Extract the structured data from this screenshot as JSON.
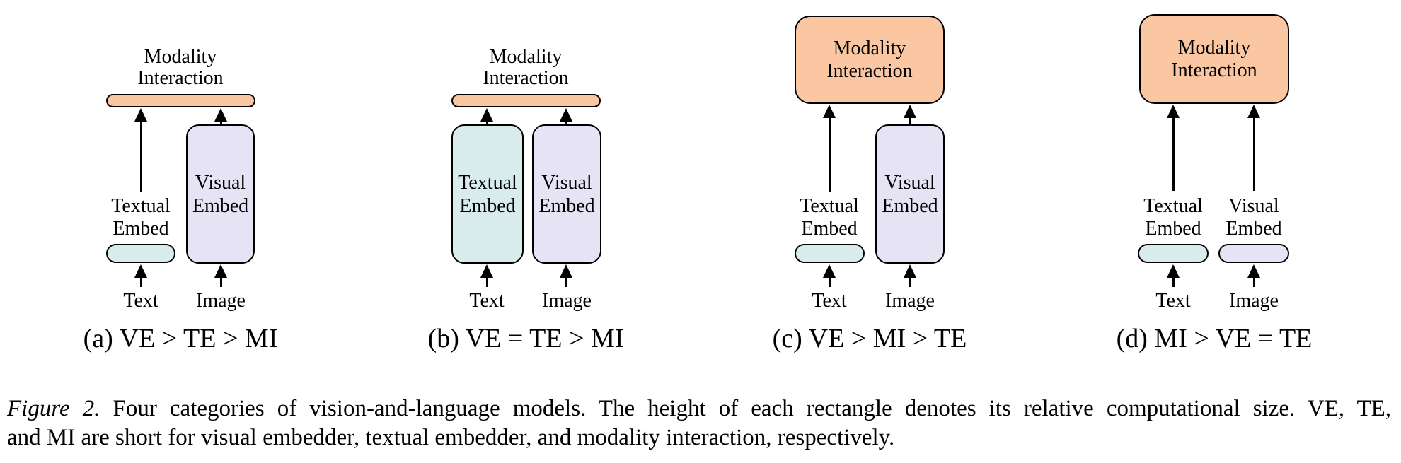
{
  "colors": {
    "background": "#ffffff",
    "text": "#000000",
    "stroke": "#000000",
    "mi_fill": "#fbc6a2",
    "te_fill": "#d8ecee",
    "ve_fill": "#e6e4f4"
  },
  "panels": [
    {
      "mi_title": "Modality Interaction",
      "te_label": "Textual Embed",
      "ve_label": "Visual Embed",
      "text_source": "Text",
      "image_source": "Image",
      "subcaption": "(a) VE > TE > MI"
    },
    {
      "mi_title": "Modality Interaction",
      "te_label": "Textual Embed",
      "ve_label": "Visual Embed",
      "text_source": "Text",
      "image_source": "Image",
      "subcaption": "(b) VE = TE > MI"
    },
    {
      "mi_title": "Modality Interaction",
      "te_label": "Textual Embed",
      "ve_label": "Visual Embed",
      "text_source": "Text",
      "image_source": "Image",
      "subcaption": "(c) VE > MI > TE"
    },
    {
      "mi_title": "Modality Interaction",
      "te_label": "Textual Embed",
      "ve_label": "Visual Embed",
      "text_source": "Text",
      "image_source": "Image",
      "subcaption": "(d) MI > VE = TE"
    }
  ],
  "caption": {
    "tag": "Figure 2.",
    "line1_rest": "Four categories of vision-and-language models. The height of each rectangle denotes its relative computational size. VE, TE,",
    "line2": "and MI are short for visual embedder, textual embedder, and modality interaction, respectively."
  }
}
